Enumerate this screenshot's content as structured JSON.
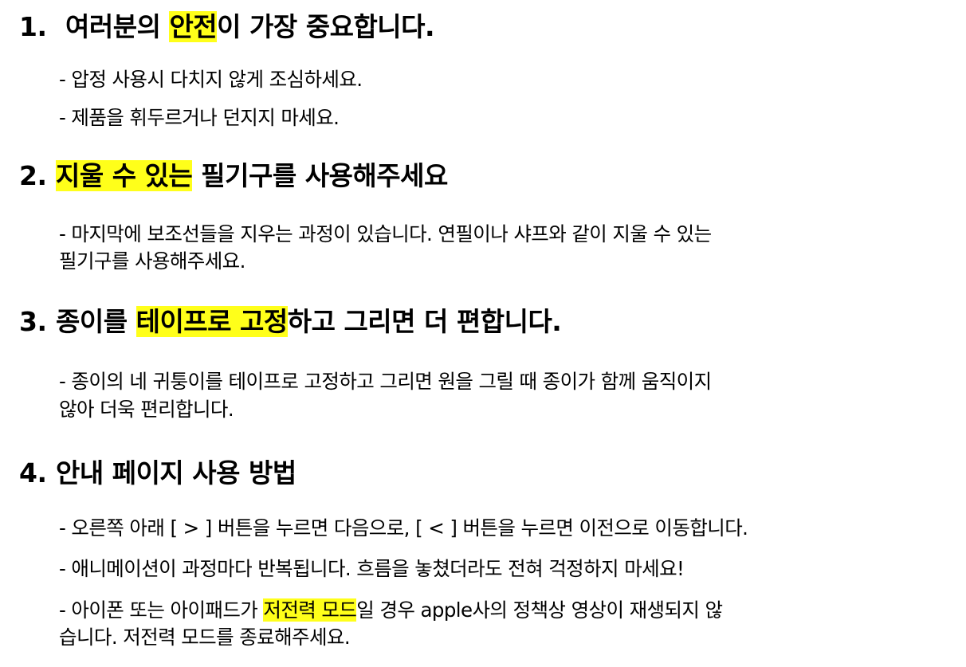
{
  "sections": [
    {
      "number": "1.",
      "heading_pre": "여러분의 ",
      "heading_hl": "안전",
      "heading_post": "이 가장 중요합니다.",
      "items": [
        "- 압정 사용시 다치지 않게 조심하세요.",
        "- 제품을 휘두르거나 던지지 마세요."
      ]
    },
    {
      "number": "2.",
      "heading_pre": "",
      "heading_hl": "지울 수 있는",
      "heading_post": " 필기구를 사용해주세요",
      "items": [
        "-  마지막에 보조선들을 지우는 과정이 있습니다. 연필이나 샤프와 같이 지울 수 있는",
        "필기구를 사용해주세요."
      ]
    },
    {
      "number": "3.",
      "heading_pre": "종이를 ",
      "heading_hl": "테이프로 고정",
      "heading_post": "하고 그리면 더 편합니다.",
      "items": [
        "-  종이의 네 귀퉁이를 테이프로 고정하고 그리면 원을 그릴 때 종이가 함께 움직이지",
        "않아 더욱 편리합니다."
      ]
    },
    {
      "number": "4.",
      "heading_pre": "안내 페이지 사용 방법",
      "heading_hl": "",
      "heading_post": "",
      "items": [
        "- 오른쪽 아래 [ > ] 버튼을 누르면 다음으로, [ < ] 버튼을 누르면 이전으로 이동합니다.",
        "- 애니메이션이 과정마다 반복됩니다. 흐름을 놓쳤더라도 전혀 걱정하지 마세요!"
      ],
      "last_item": {
        "pre": "-  아이폰 또는 아이패드가 ",
        "hl": "저전력 모드",
        "post": "일 경우 apple사의 정책상 영상이 재생되지 않",
        "line2": "습니다. 저전력 모드를 종료해주세요."
      }
    }
  ],
  "colors": {
    "highlight": "#ffff1a",
    "text": "#000000",
    "background": "#ffffff"
  }
}
